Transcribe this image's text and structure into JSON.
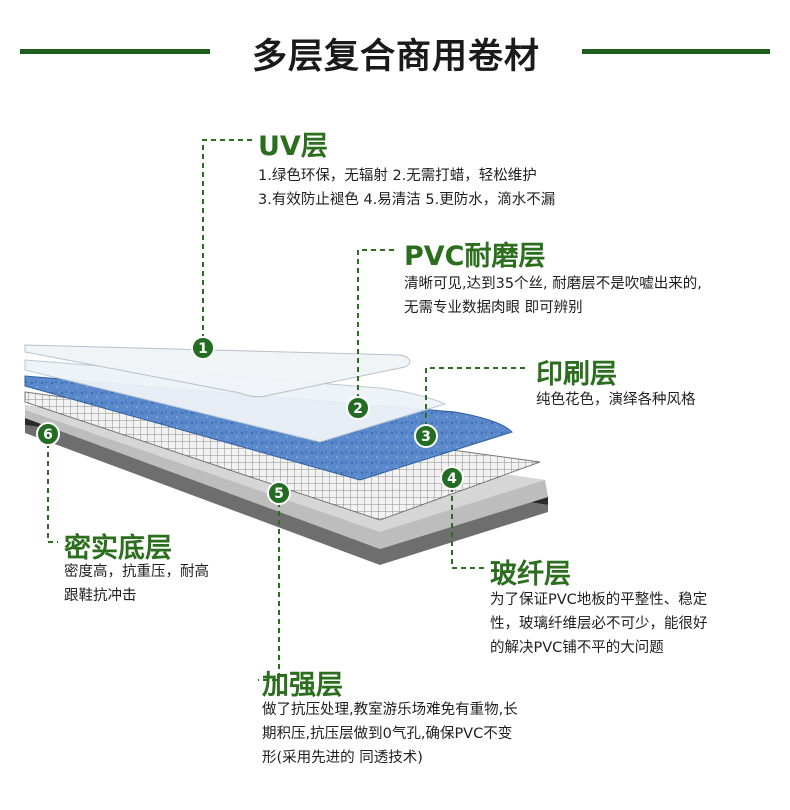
{
  "title": "多层复合商用卷材",
  "colors": {
    "accent_green": "#2b6e1d",
    "header_line": "#1e5f1e",
    "badge_fill": "#246b24",
    "print_blue": "#4a7ec0"
  },
  "layers": [
    {
      "num": "1",
      "name": "UV层",
      "desc": [
        "1.绿色环保，无辐射 2.无需打蜡，轻松维护",
        "3.有效防止褪色 4.易清洁 5.更防水，滴水不漏"
      ]
    },
    {
      "num": "2",
      "name": "PVC耐磨层",
      "desc": [
        "清晰可见,达到35个丝, 耐磨层不是吹嘘出来的,",
        "无需专业数据肉眼 即可辨别"
      ]
    },
    {
      "num": "3",
      "name": "印刷层",
      "desc": [
        "纯色花色，演绎各种风格"
      ]
    },
    {
      "num": "4",
      "name": "玻纤层",
      "desc": [
        "为了保证PVC地板的平整性、稳定",
        "性，玻璃纤维层必不可少，能很好",
        "的解决PVC铺不平的大问题"
      ]
    },
    {
      "num": "5",
      "name": "加强层",
      "desc": [
        "做了抗压处理,教室游乐场难免有重物,长",
        "期积压,抗压层做到0气孔,确保PVC不变",
        "形(采用先进的 同透技术)"
      ]
    },
    {
      "num": "6",
      "name": "密实底层",
      "desc": [
        "密度高，抗重压，耐高",
        "跟鞋抗冲击"
      ]
    }
  ]
}
